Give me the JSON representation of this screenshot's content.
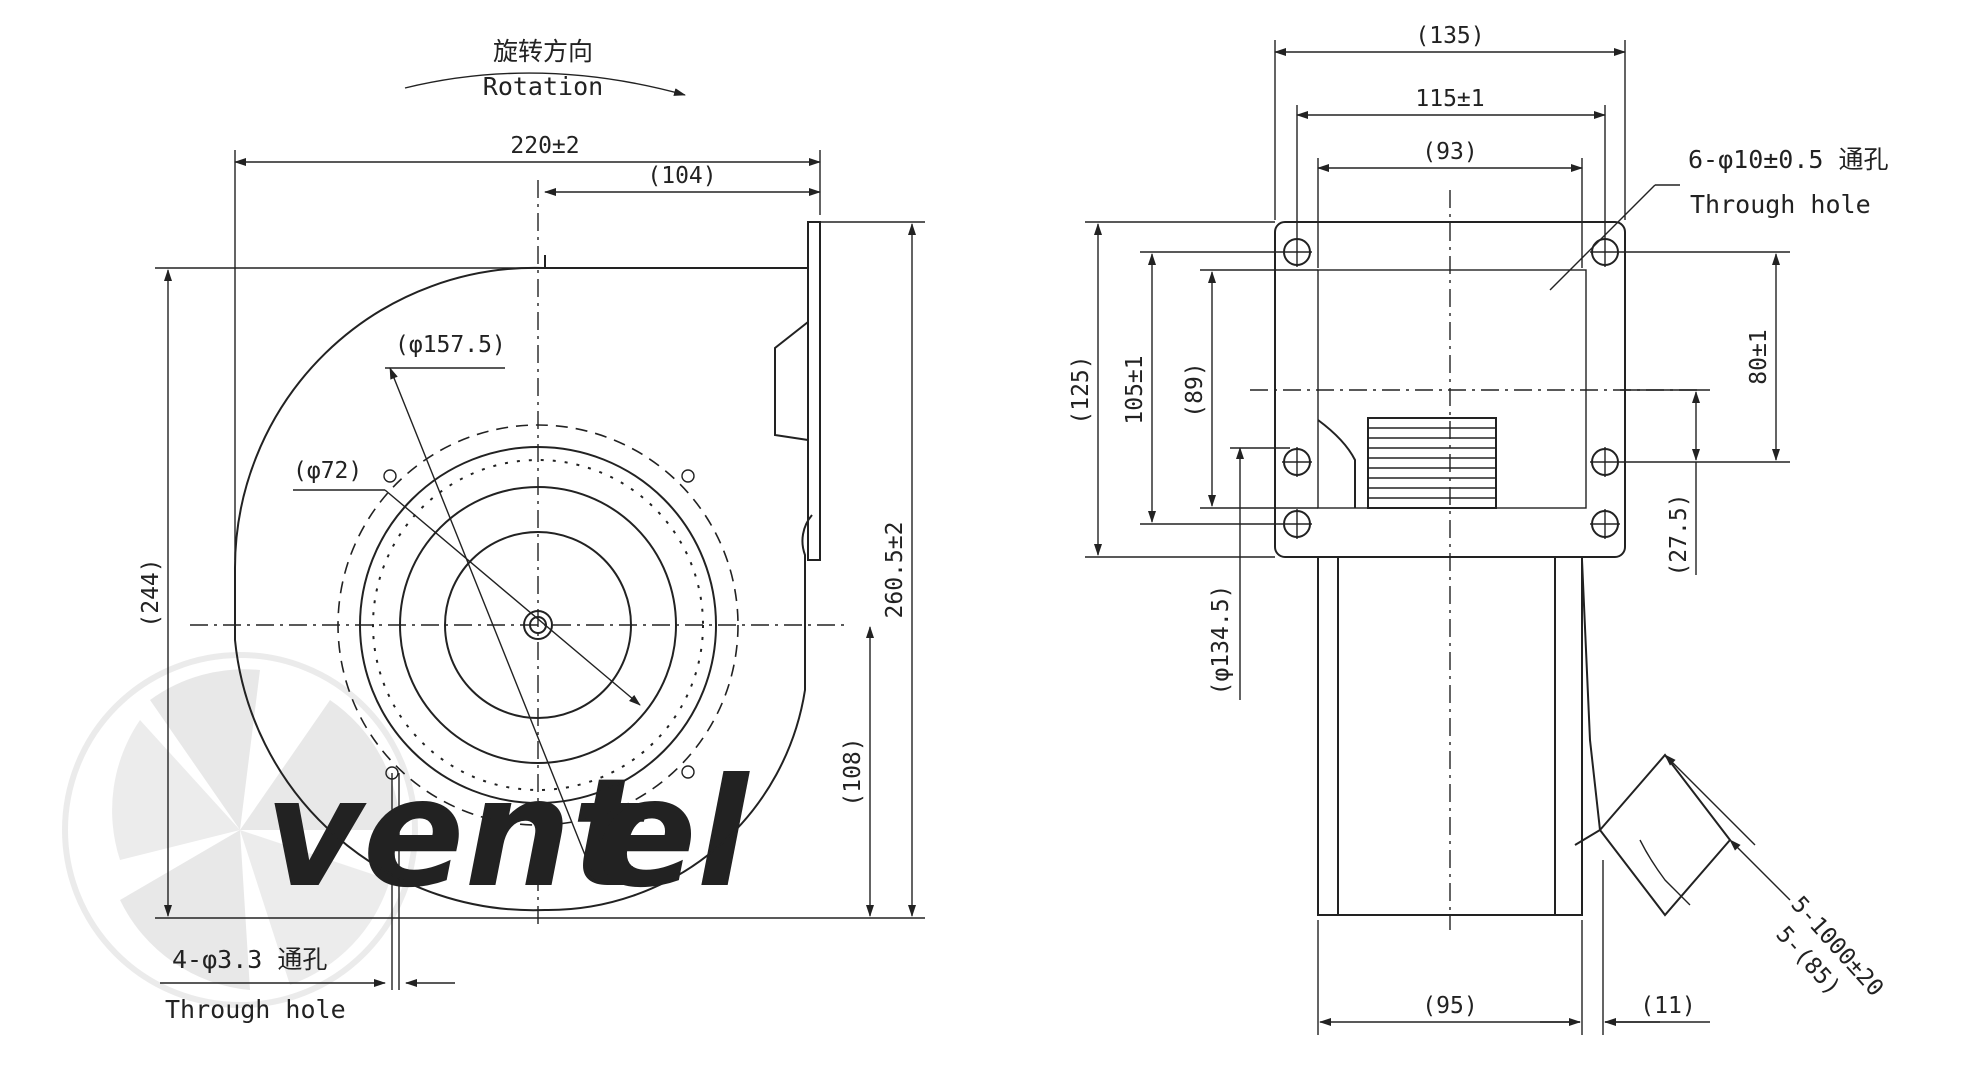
{
  "rotation": {
    "label_cn": "旋转方向",
    "label_en": "Rotation"
  },
  "watermark": {
    "text_part1": "vent",
    "text_part2": "el",
    "color1": "#cfcfcf",
    "color2": "#cfe7f5"
  },
  "front_view": {
    "dims": {
      "width": "220±2",
      "offset_top": "(104)",
      "diam_outer": "(φ157.5)",
      "diam_inner": "(φ72)",
      "height_total": "(244)",
      "height_flange": "260.5±2",
      "height_lower": "(108)"
    },
    "mount_hole": {
      "spec": "4-φ3.3 通孔",
      "note": "Through hole"
    }
  },
  "side_view": {
    "dims": {
      "w_135": "(135)",
      "w_115": "115±1",
      "w_93": "(93)",
      "h_125": "(125)",
      "h_105": "105±1",
      "h_89": "(89)",
      "h_80": "80±1",
      "h_27_5": "(27.5)",
      "diam_134_5": "(φ134.5)",
      "w_95": "(95)",
      "w_11": "(11)",
      "cable_length": "5-1000±20",
      "cable_strip": "5-(85)"
    },
    "mount_hole": {
      "spec": "6-φ10±0.5 通孔",
      "note": "Through hole"
    }
  }
}
